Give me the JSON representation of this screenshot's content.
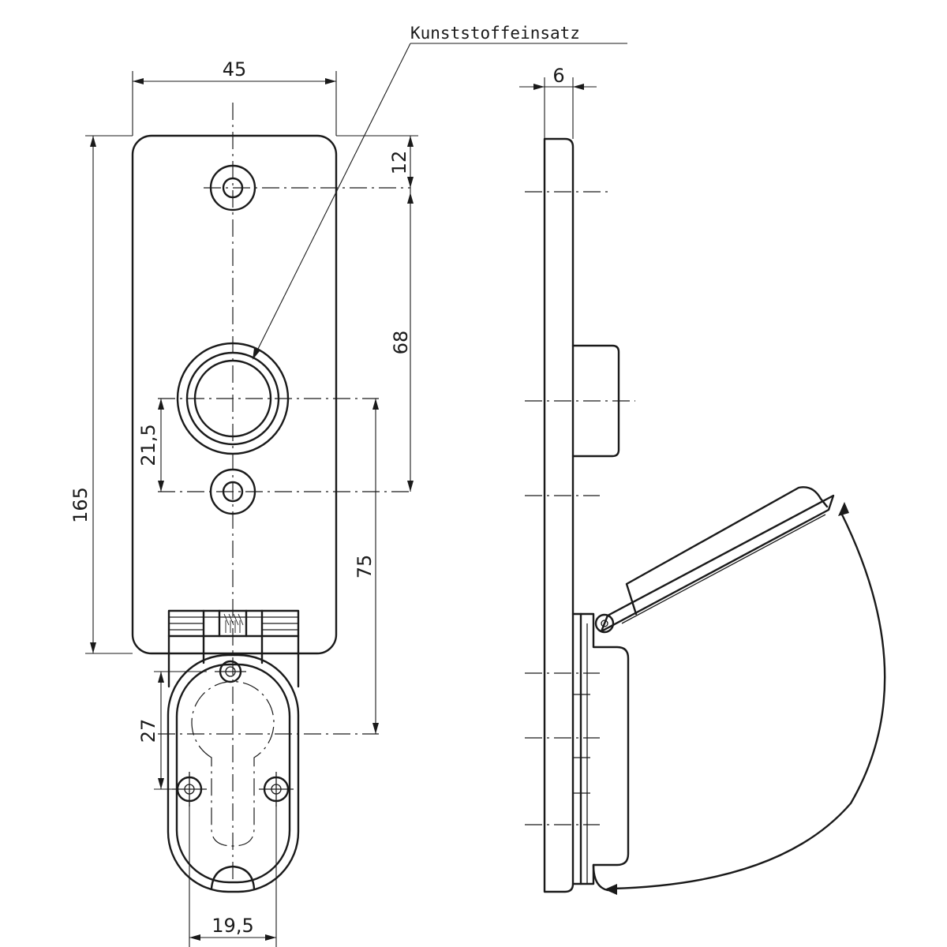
{
  "callout": {
    "text": "Kunststoffeinsatz"
  },
  "dimensions": {
    "width": "45",
    "thickness": "6",
    "top_hole": "12",
    "hole_to_center": "68",
    "center_to_hole": "21,5",
    "height": "165",
    "center_to_cylinder": "75",
    "cylinder": "27",
    "cover_width": "19,5"
  }
}
